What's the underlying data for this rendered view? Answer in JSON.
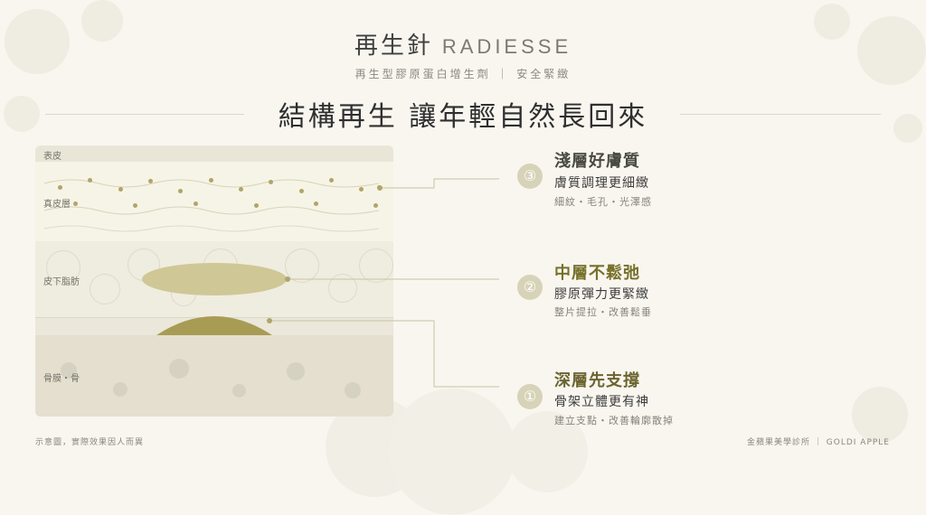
{
  "title": {
    "zh": "再生針",
    "en": "RADIESSE"
  },
  "subtitle": "再生型膠原蛋白增生劑 ｜ 安全緊緻",
  "headline": "結構再生 讓年輕自然長回來",
  "diagram": {
    "layers": {
      "epidermis": "表皮",
      "dermis": "真皮層",
      "fat": "皮下脂肪",
      "bone": "骨膜・骨"
    }
  },
  "callouts": [
    {
      "num": "③",
      "title": "淺層好膚質",
      "line": "膚質調理更細緻",
      "sub": "細紋・毛孔・光澤感",
      "color": "#4a4a40"
    },
    {
      "num": "②",
      "title": "中層不鬆弛",
      "line": "膠原彈力更緊緻",
      "sub": "整片提拉・改善鬆垂",
      "color": "#77702a"
    },
    {
      "num": "①",
      "title": "深層先支撐",
      "line": "骨架立體更有神",
      "sub": "建立支點・改善輪廓散掉",
      "color": "#6b6430"
    }
  ],
  "footer": {
    "note": "示意圖，實際效果因人而異",
    "brand": "金蘋果美學診所 ｜ GOLDI APPLE"
  },
  "colors": {
    "accent": "#b0a56a",
    "background": "#f8f6ef"
  }
}
